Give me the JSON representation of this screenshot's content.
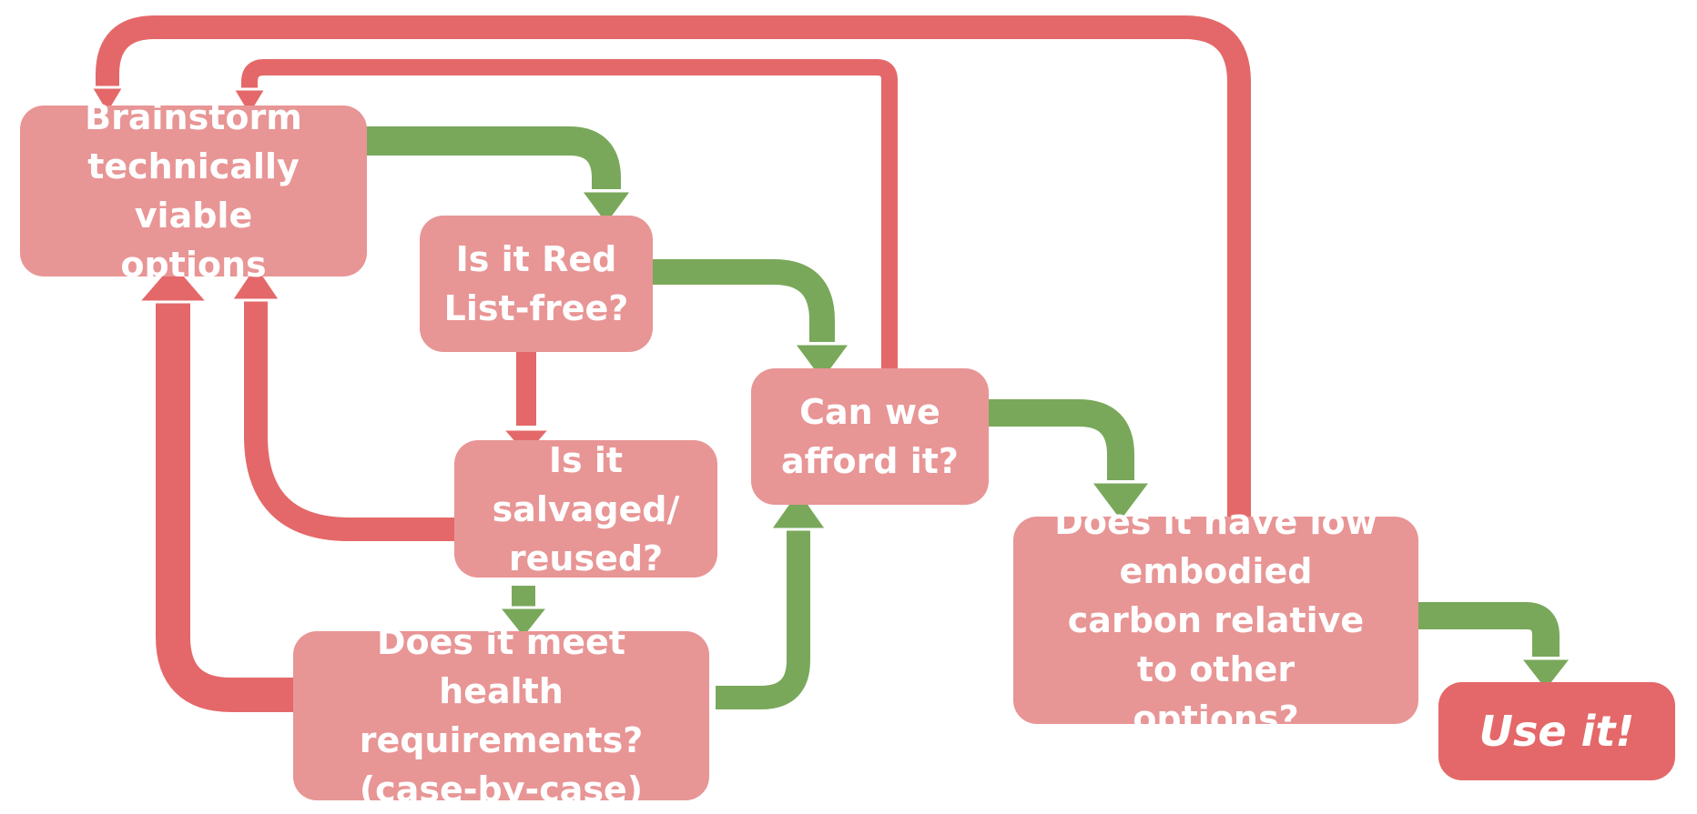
{
  "flowchart": {
    "nodes": [
      {
        "id": "brainstorm",
        "label": "Brainstorm technically viable options"
      },
      {
        "id": "red-list",
        "label": "Is it Red List-free?"
      },
      {
        "id": "salvaged",
        "label": "Is it salvaged/ reused?"
      },
      {
        "id": "health",
        "label": "Does it meet health requirements? (case-by-case)"
      },
      {
        "id": "afford",
        "label": "Can we afford it?"
      },
      {
        "id": "carbon",
        "label": "Does it have low embodied carbon relative to other options?"
      },
      {
        "id": "use",
        "label": "Use it!"
      }
    ],
    "edges": [
      {
        "from": "brainstorm",
        "to": "red-list",
        "outcome": "yes"
      },
      {
        "from": "red-list",
        "to": "afford",
        "outcome": "yes"
      },
      {
        "from": "red-list",
        "to": "salvaged",
        "outcome": "no"
      },
      {
        "from": "salvaged",
        "to": "health",
        "outcome": "yes"
      },
      {
        "from": "salvaged",
        "to": "brainstorm",
        "outcome": "no"
      },
      {
        "from": "health",
        "to": "afford",
        "outcome": "yes"
      },
      {
        "from": "health",
        "to": "brainstorm",
        "outcome": "no"
      },
      {
        "from": "afford",
        "to": "carbon",
        "outcome": "yes"
      },
      {
        "from": "afford",
        "to": "brainstorm",
        "outcome": "no"
      },
      {
        "from": "carbon",
        "to": "use",
        "outcome": "yes"
      },
      {
        "from": "carbon",
        "to": "brainstorm",
        "outcome": "no"
      }
    ]
  },
  "colors": {
    "node_fill": "#e89595",
    "final_fill": "#e46869",
    "yes_arrow": "#79a85a",
    "no_arrow": "#e46869",
    "text": "#ffffff"
  }
}
